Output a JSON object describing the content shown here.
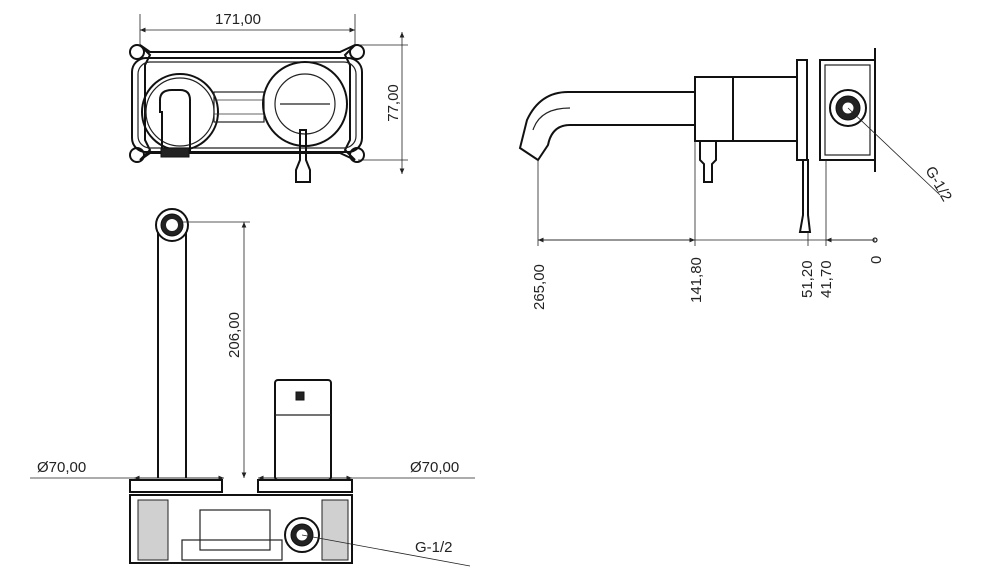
{
  "dimensions": {
    "plate_width": "171,00",
    "plate_height": "77,00",
    "spout_height": "206,00",
    "diameter_left": "Ø70,00",
    "diameter_right": "Ø70,00",
    "thread_bottom": "G-1/2",
    "thread_right": "G-1/2",
    "side_265": "265,00",
    "side_141": "141,80",
    "side_51": "51,20",
    "side_41": "41,70",
    "side_0": "0"
  }
}
